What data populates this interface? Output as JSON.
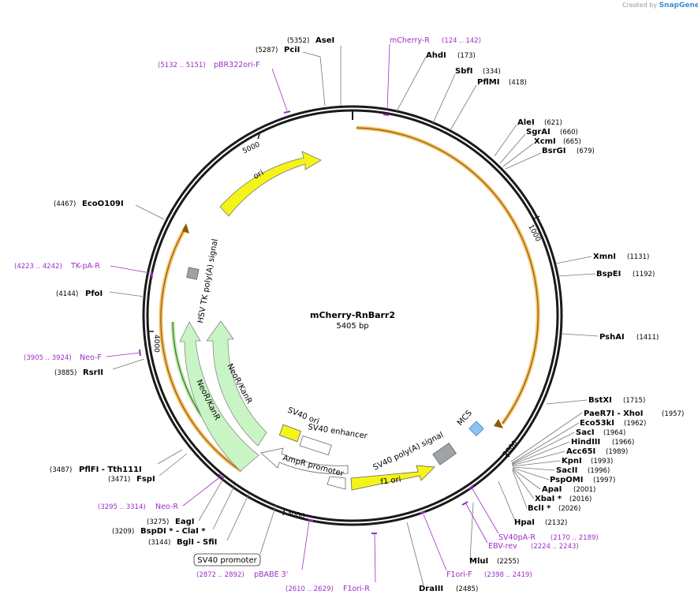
{
  "credit": {
    "prefix": "Created by",
    "brand": "SnapGene"
  },
  "plasmid": {
    "name": "mCherry-RnBarr2",
    "length_label": "5405 bp"
  },
  "colors": {
    "backbone": "#1a1a1a",
    "orange": "#f7c16a",
    "orange_line": "#8a5a00",
    "ori": "#f4f418",
    "neo": "#c9f5c5",
    "primer": "#9a2fc4",
    "f1ori": "#f4f418",
    "polyA": "#9fa3a8",
    "mcs": "#8ec3f5"
  },
  "ticks": [
    {
      "label": "1000"
    },
    {
      "label": "2000"
    },
    {
      "label": "3000"
    },
    {
      "label": "4000"
    },
    {
      "label": "5000"
    }
  ],
  "sites": [
    {
      "name": "AseI",
      "pos": "(5352)"
    },
    {
      "name": "PciI",
      "pos": "(5287)"
    },
    {
      "name": "AhdI",
      "pos": "(173)"
    },
    {
      "name": "SbfI",
      "pos": "(334)"
    },
    {
      "name": "PflMI",
      "pos": "(418)"
    },
    {
      "name": "AleI",
      "pos": "(621)"
    },
    {
      "name": "SgrAI",
      "pos": "(660)"
    },
    {
      "name": "XcmI",
      "pos": "(665)"
    },
    {
      "name": "BsrGI",
      "pos": "(679)"
    },
    {
      "name": "EcoO109I",
      "pos": "(4467)"
    },
    {
      "name": "PfoI",
      "pos": "(4144)"
    },
    {
      "name": "RsrII",
      "pos": "(3885)"
    },
    {
      "name": "XmnI",
      "pos": "(1131)"
    },
    {
      "name": "BspEI",
      "pos": "(1192)"
    },
    {
      "name": "PshAI",
      "pos": "(1411)"
    },
    {
      "name": "BstXI",
      "pos": "(1715)"
    },
    {
      "name": "PaeR7I  - XhoI",
      "pos": "(1957)"
    },
    {
      "name": "Eco53kI",
      "pos": "(1962)"
    },
    {
      "name": "SacI",
      "pos": "(1964)"
    },
    {
      "name": "HindIII",
      "pos": "(1966)"
    },
    {
      "name": "Acc65I",
      "pos": "(1989)"
    },
    {
      "name": "KpnI",
      "pos": "(1993)"
    },
    {
      "name": "SacII",
      "pos": "(1996)"
    },
    {
      "name": "PspOMI",
      "pos": "(1997)"
    },
    {
      "name": "ApaI",
      "pos": "(2001)"
    },
    {
      "name": "XbaI *",
      "pos": "(2016)"
    },
    {
      "name": "BclI *",
      "pos": "(2026)"
    },
    {
      "name": "HpaI",
      "pos": "(2132)"
    },
    {
      "name": "MluI",
      "pos": "(2255)"
    },
    {
      "name": "DraIII",
      "pos": "(2485)"
    },
    {
      "name": "PflFI  - Tth111I",
      "pos": "(3487)"
    },
    {
      "name": "FspI",
      "pos": "(3471)"
    },
    {
      "name": "EagI",
      "pos": "(3275)"
    },
    {
      "name": "BspDI *  - ClaI *",
      "pos": "(3209)"
    },
    {
      "name": "BglI  - SfiI",
      "pos": "(3144)"
    }
  ],
  "primers": [
    {
      "name": "mCherry-R",
      "range": "(124 .. 142)"
    },
    {
      "name": "pBR322ori-F",
      "range": "(5132 .. 5151)"
    },
    {
      "name": "TK-pA-R",
      "range": "(4223 .. 4242)"
    },
    {
      "name": "Neo-F",
      "range": "(3905 .. 3924)"
    },
    {
      "name": "Neo-R",
      "range": "(3295 .. 3314)"
    },
    {
      "name": "SV40pA-R",
      "range": "(2170 .. 2189)"
    },
    {
      "name": "EBV-rev",
      "range": "(2224 .. 2243)"
    },
    {
      "name": "F1ori-F",
      "range": "(2398 .. 2419)"
    },
    {
      "name": "pBABE 3'",
      "range": "(2872 .. 2892)"
    },
    {
      "name": "F1ori-R",
      "range": "(2610 .. 2629)"
    }
  ],
  "features": {
    "ori": "ori",
    "hsv_tk_polya": "HSV TK poly(A) signal",
    "neor_inner": "NeoR/KanR",
    "neor_outer": "NeoR/KanR",
    "sv40_ori": "SV40 ori",
    "sv40_enhancer": "SV40 enhancer",
    "ampr_promoter": "AmpR promoter",
    "sv40_polya": "SV40 poly(A) signal",
    "f1_ori": "f1 ori",
    "mcs": "MCS",
    "sv40_promoter_box": "SV40 promoter"
  }
}
